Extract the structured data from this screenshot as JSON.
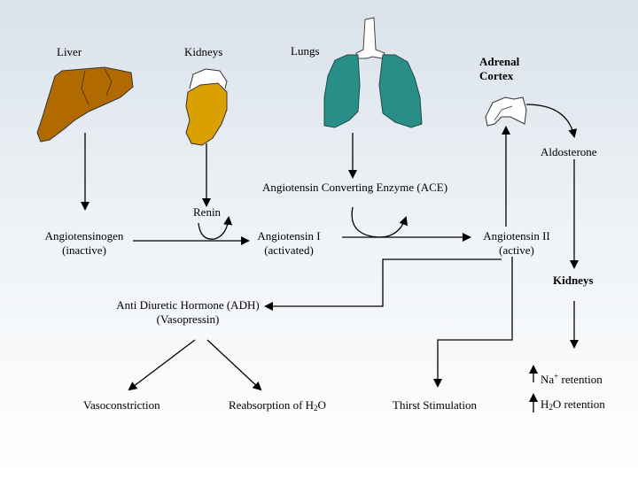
{
  "organs": {
    "liver": "Liver",
    "kidneys": "Kidneys",
    "lungs": "Lungs",
    "adrenal_line1": "Adrenal",
    "adrenal_line2": "Cortex"
  },
  "pathway": {
    "aldosterone": "Aldosterone",
    "ace": "Angiotensin Converting Enzyme (ACE)",
    "renin": "Renin",
    "angiotensinogen_line1": "Angiotensinogen",
    "angiotensinogen_line2": "(inactive)",
    "angiotensin1_line1": "Angiotensin I",
    "angiotensin1_line2": "(activated)",
    "angiotensin2_line1": "Angiotensin II",
    "angiotensin2_line2": "(active)",
    "kidneys_target": "Kidneys",
    "adh_line1": "Anti Diuretic Hormone (ADH)",
    "adh_line2": "(Vasopressin)"
  },
  "effects": {
    "vasoconstriction": "Vasoconstriction",
    "reabsorption_prefix": "Reabsorption of H",
    "reabsorption_sub": "2",
    "reabsorption_suffix": "O",
    "thirst": "Thirst Stimulation",
    "na_prefix": "Na",
    "na_sup": "+",
    "na_suffix": " retention",
    "h2o_prefix": "H",
    "h2o_sub": "2",
    "h2o_suffix": "O retention"
  },
  "colors": {
    "liver": "#b06a00",
    "kidney": "#d9a000",
    "lungs": "#2a8e88",
    "outline": "#222222"
  }
}
